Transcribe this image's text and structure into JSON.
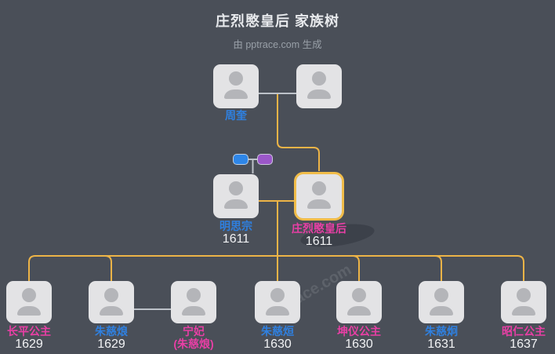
{
  "page": {
    "title": "庄烈愍皇后 家族树",
    "subtitle": "由 pptrace.com 生成",
    "watermark": "pptrace.com"
  },
  "colors": {
    "background": "#4a4f58",
    "card": "#e3e3e5",
    "avatar": "#b4b5b9",
    "male": "#2f80e0",
    "female": "#e83fa5",
    "year_text": "#f1f2f4",
    "title_text": "#e7e9ec",
    "subtitle_text": "#99a0a8",
    "descent_line": "#edb447",
    "couple_line": "#bdc2c9",
    "highlight_border": "#f0bc49",
    "father_mini": "#2e86e8",
    "mother_mini": "#9b57c9"
  },
  "tree": {
    "grandfather": {
      "name": "周奎",
      "gender": "male"
    },
    "father": {
      "name": "明思宗",
      "year": "1611",
      "gender": "male"
    },
    "mother": {
      "name": "庄烈愍皇后",
      "year": "1611",
      "gender": "female",
      "highlighted": true
    },
    "children": [
      {
        "name": "长平公主",
        "year": "1629",
        "gender": "female"
      },
      {
        "name": "朱慈烺",
        "year": "1629",
        "gender": "male"
      },
      {
        "name": "宁妃",
        "note": "(朱慈烺)",
        "gender": "female"
      },
      {
        "name": "朱慈烜",
        "year": "1630",
        "gender": "male"
      },
      {
        "name": "坤仪公主",
        "year": "1630",
        "gender": "female"
      },
      {
        "name": "朱慈炯",
        "year": "1631",
        "gender": "male"
      },
      {
        "name": "昭仁公主",
        "year": "1637",
        "gender": "female"
      }
    ]
  }
}
